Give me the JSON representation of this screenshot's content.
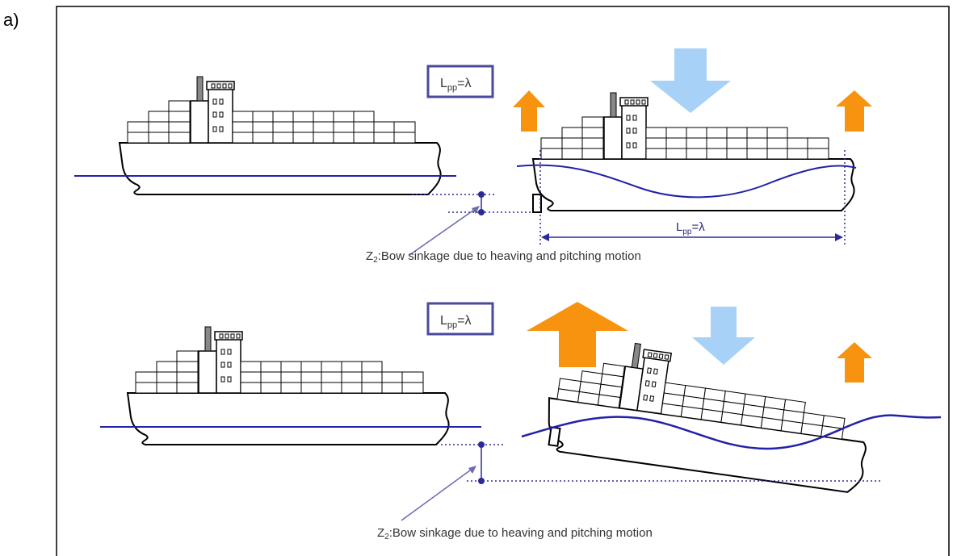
{
  "panel_label": "a)",
  "lpp_eq_lambda": "=λ",
  "lpp_l": "L",
  "lpp_sub": "pp",
  "z2_letter": "Z",
  "z2_sub": "2",
  "z2_caption": ":Bow sinkage due to heaving and pitching motion",
  "colors": {
    "wave": "#2222a8",
    "dim": "#2a2a9a",
    "orange": "#f7930f",
    "blue_arrow": "#a7d1f6",
    "box_border": "#4a4a9a"
  }
}
